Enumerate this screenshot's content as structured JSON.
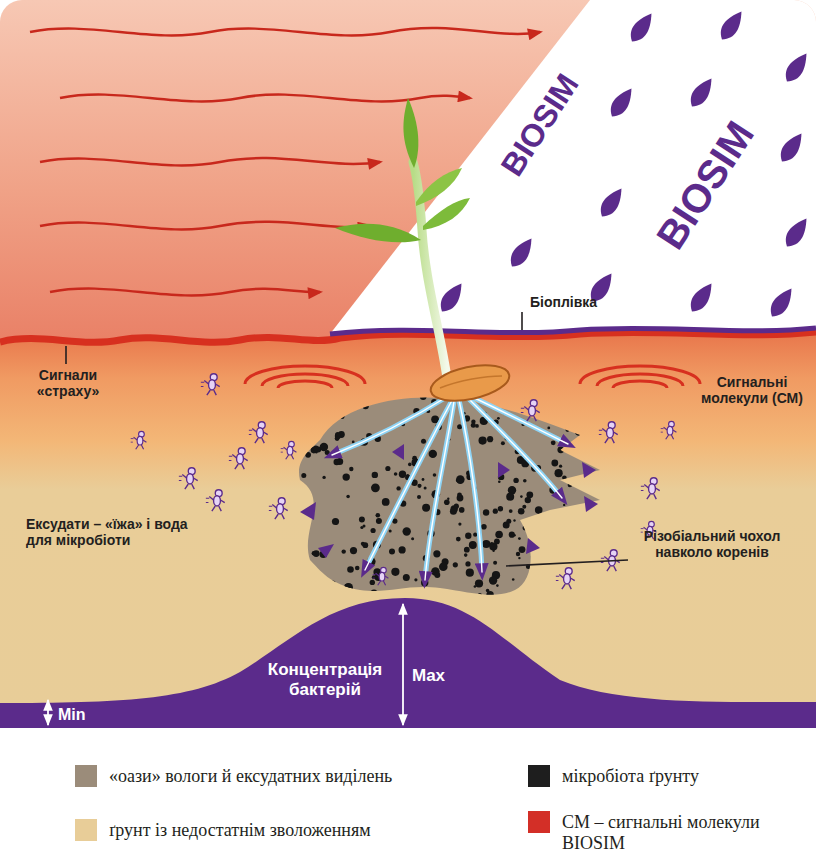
{
  "diagram": {
    "nodes": [
      {
        "text": [
          "Концентрація бактерій"
        ]
      }
    ],
    "labels": [
      "BIOSIM",
      "BIOSIM",
      "Біоплівка",
      "Сигнали «страху»",
      "Сигнальні молекули (СМ)",
      "Ексудати – «їжа» і вода для мікробіоти",
      "Різобіальний чохол навколо коренів",
      "Max",
      "Min"
    ],
    "legend": [
      {
        "text": "«оази» вологи й ексудатних виділень",
        "color": "#9b8c7a"
      },
      {
        "text": "мікробіота ґрунту",
        "color": "#1e1e1e"
      },
      {
        "text": "ґрунт із недостатнім зволоженням",
        "color": "#e8cd98"
      },
      {
        "text": "СМ – сигнальні молекули BIOSIM",
        "color": "#d32f27"
      }
    ]
  }
}
